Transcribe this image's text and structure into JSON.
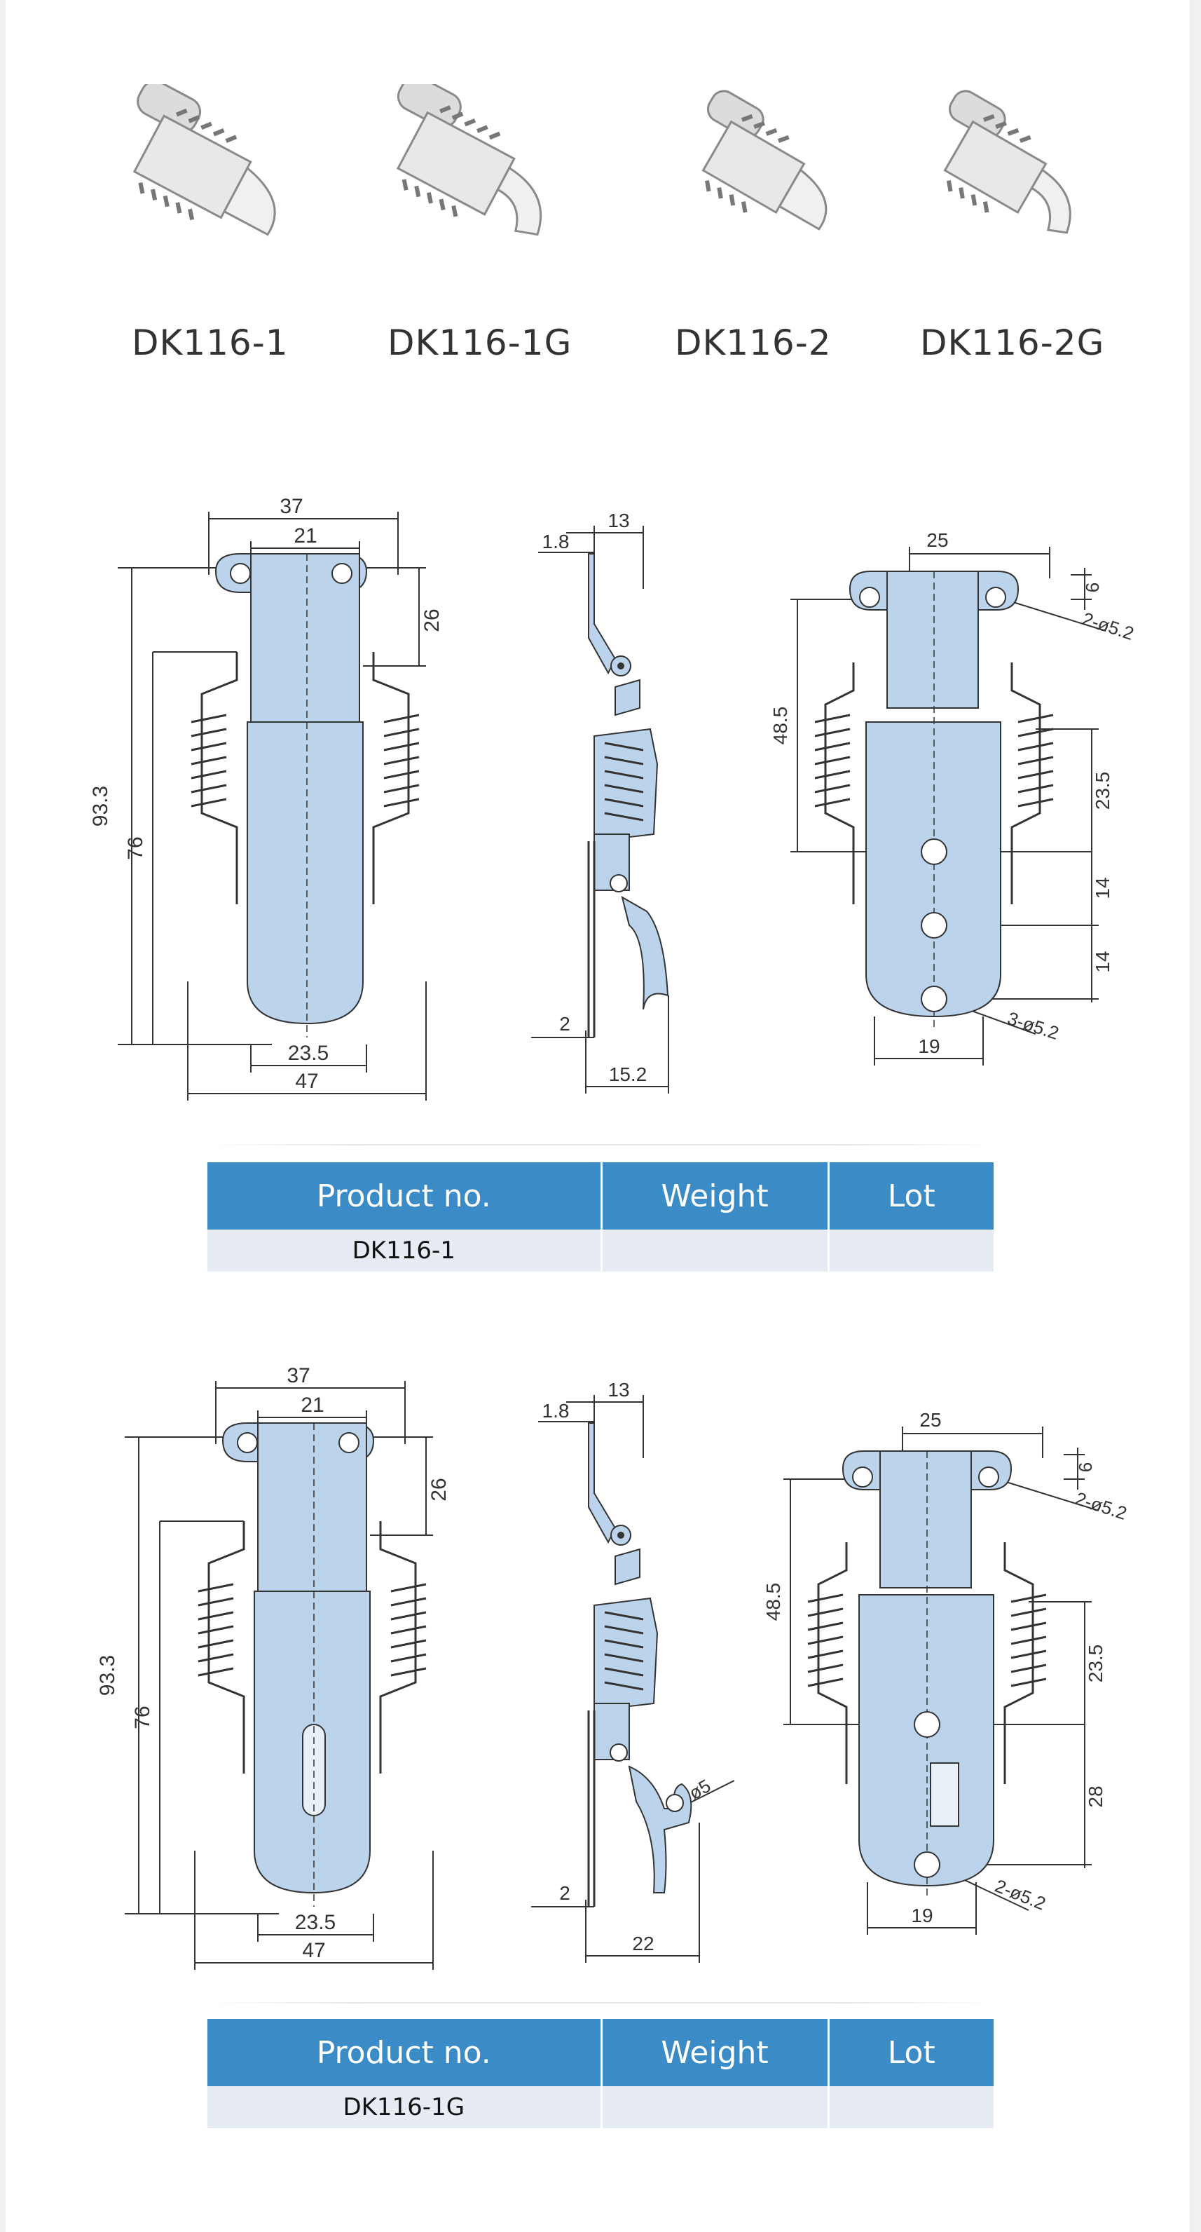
{
  "products": [
    {
      "code": "DK116-1"
    },
    {
      "code": "DK116-1G"
    },
    {
      "code": "DK116-2"
    },
    {
      "code": "DK116-2G"
    }
  ],
  "table_headers": {
    "product": "Product no.",
    "weight": "Weight",
    "lot": "Lot"
  },
  "sections": [
    {
      "product": "DK116-1",
      "weight": "",
      "lot": "",
      "dims": {
        "front": {
          "w37": "37",
          "w21": "21",
          "h26": "26",
          "h93": "93.3",
          "h76": "76",
          "w23": "23.5",
          "w47": "47"
        },
        "side": {
          "t13": "13",
          "t18": "1.8",
          "b2": "2",
          "b152": "15.2"
        },
        "back": {
          "w25": "25",
          "d6": "6",
          "hole": "2-ø5.2",
          "h485": "48.5",
          "h235": "23.5",
          "h14a": "14",
          "h14b": "14",
          "holes3": "3-ø5.2",
          "w19": "19"
        }
      }
    },
    {
      "product": "DK116-1G",
      "weight": "",
      "lot": "",
      "dims": {
        "front": {
          "w37": "37",
          "w21": "21",
          "h26": "26",
          "h93": "93.3",
          "h76": "76",
          "w23": "23.5",
          "w47": "47"
        },
        "side": {
          "t13": "13",
          "t18": "1.8",
          "b2": "2",
          "b22": "22",
          "d5": "ø5"
        },
        "back": {
          "w25": "25",
          "d6": "6",
          "hole": "2-ø5.2",
          "h485": "48.5",
          "h235": "23.5",
          "h28": "28",
          "holes2": "2-ø5.2",
          "w19": "19"
        }
      }
    }
  ],
  "colors": {
    "header": "#3b8bc7",
    "row": "#e7ebf4",
    "part": "#bcd3ec",
    "line": "#333333"
  }
}
